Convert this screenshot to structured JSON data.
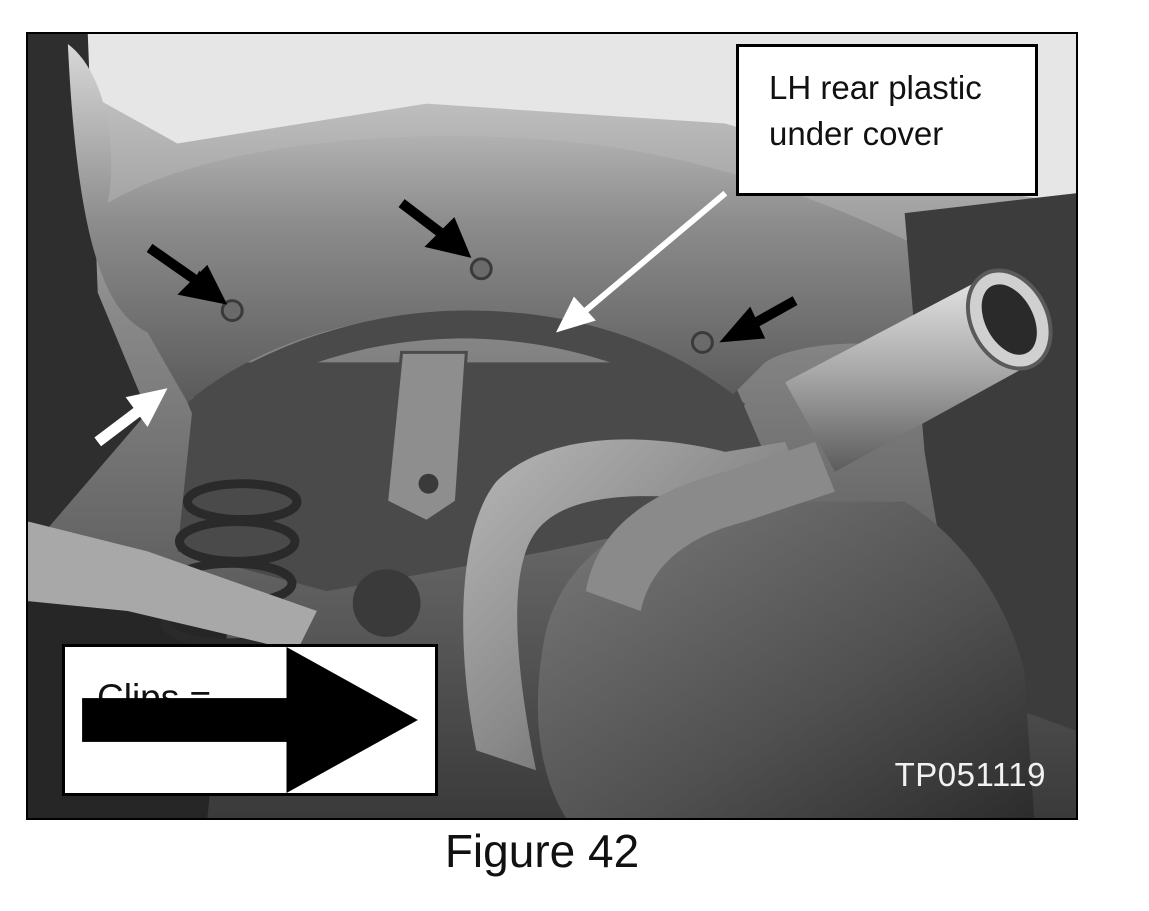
{
  "photo": {
    "callout_cover": {
      "line1": "LH rear plastic",
      "line2": "under cover"
    },
    "callout_clips": {
      "label": "Clips ="
    },
    "photo_id": "TP051119"
  },
  "figure": {
    "caption": "Figure 42"
  },
  "colors": {
    "arrow_black": "#000000",
    "arrow_white": "#ffffff",
    "callout_background": "#ffffff"
  }
}
